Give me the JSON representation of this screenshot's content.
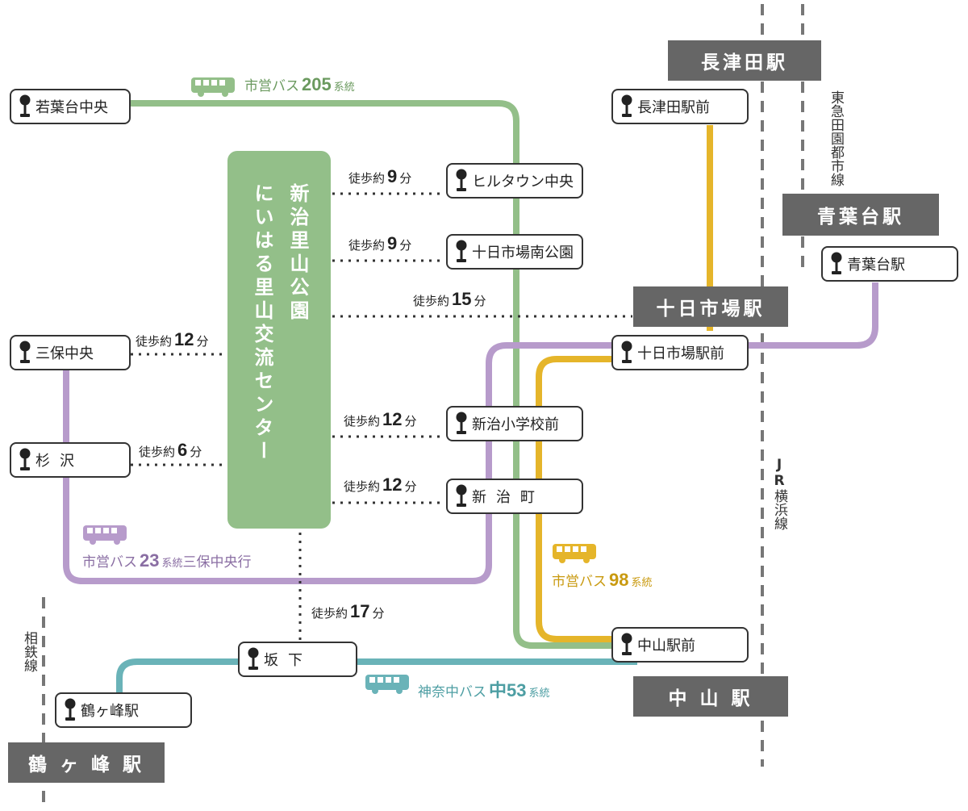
{
  "colors": {
    "bus205": "#93bf89",
    "bus23": "#b79bcb",
    "bus98": "#e5b52a",
    "busKanachu": "#6ab3b8",
    "station": "#666666",
    "park": "#93bf89"
  },
  "park": {
    "line1": "新治里山公園",
    "line2": "にいはる里山交流センター"
  },
  "stations": {
    "nagatsuta": "長津田駅",
    "aobadai": "青葉台駅",
    "tokaichiba": "十日市場駅",
    "nakayama": "中 山 駅",
    "tsurugamine": "鶴 ヶ 峰 駅"
  },
  "stops": {
    "wakabadai": "若葉台中央",
    "nagatsuta_mae": "長津田駅前",
    "hill_town": "ヒルタウン中央",
    "tokaichiba_minami": "十日市場南公園",
    "aobadai_eki": "青葉台駅",
    "tokaichiba_mae": "十日市場駅前",
    "miho": "三保中央",
    "sugisawa": "杉沢",
    "niiharu_sho": "新治小学校前",
    "niiharu_machi": "新治町",
    "nakayama_mae": "中山駅前",
    "sakashita": "坂下",
    "tsurugamine_eki": "鶴ヶ峰駅"
  },
  "walks": {
    "prefix": "徒歩約",
    "unit": "分",
    "hill_town": "9",
    "tokaichiba_minami": "9",
    "tokaichiba_station": "15",
    "miho": "12",
    "sugisawa": "6",
    "niiharu_sho": "12",
    "niiharu_machi": "12",
    "sakashita": "17"
  },
  "rail_lines": {
    "denentoshi_a": "東急",
    "denentoshi_b": "田園都市線",
    "jr_a": "JR",
    "jr_b": "横浜線",
    "sotetsu": "相鉄線"
  },
  "buses": {
    "b205": {
      "prefix": "市営バス",
      "num": "205",
      "suffix": "系統"
    },
    "b23": {
      "prefix": "市営バス",
      "num": "23",
      "suffix": "系統",
      "note": "三保中央行"
    },
    "b98": {
      "prefix": "市営バス",
      "num": "98",
      "suffix": "系統"
    },
    "kanachu": {
      "prefix": "神奈中バス",
      "num": "中53",
      "suffix": "系統"
    }
  }
}
